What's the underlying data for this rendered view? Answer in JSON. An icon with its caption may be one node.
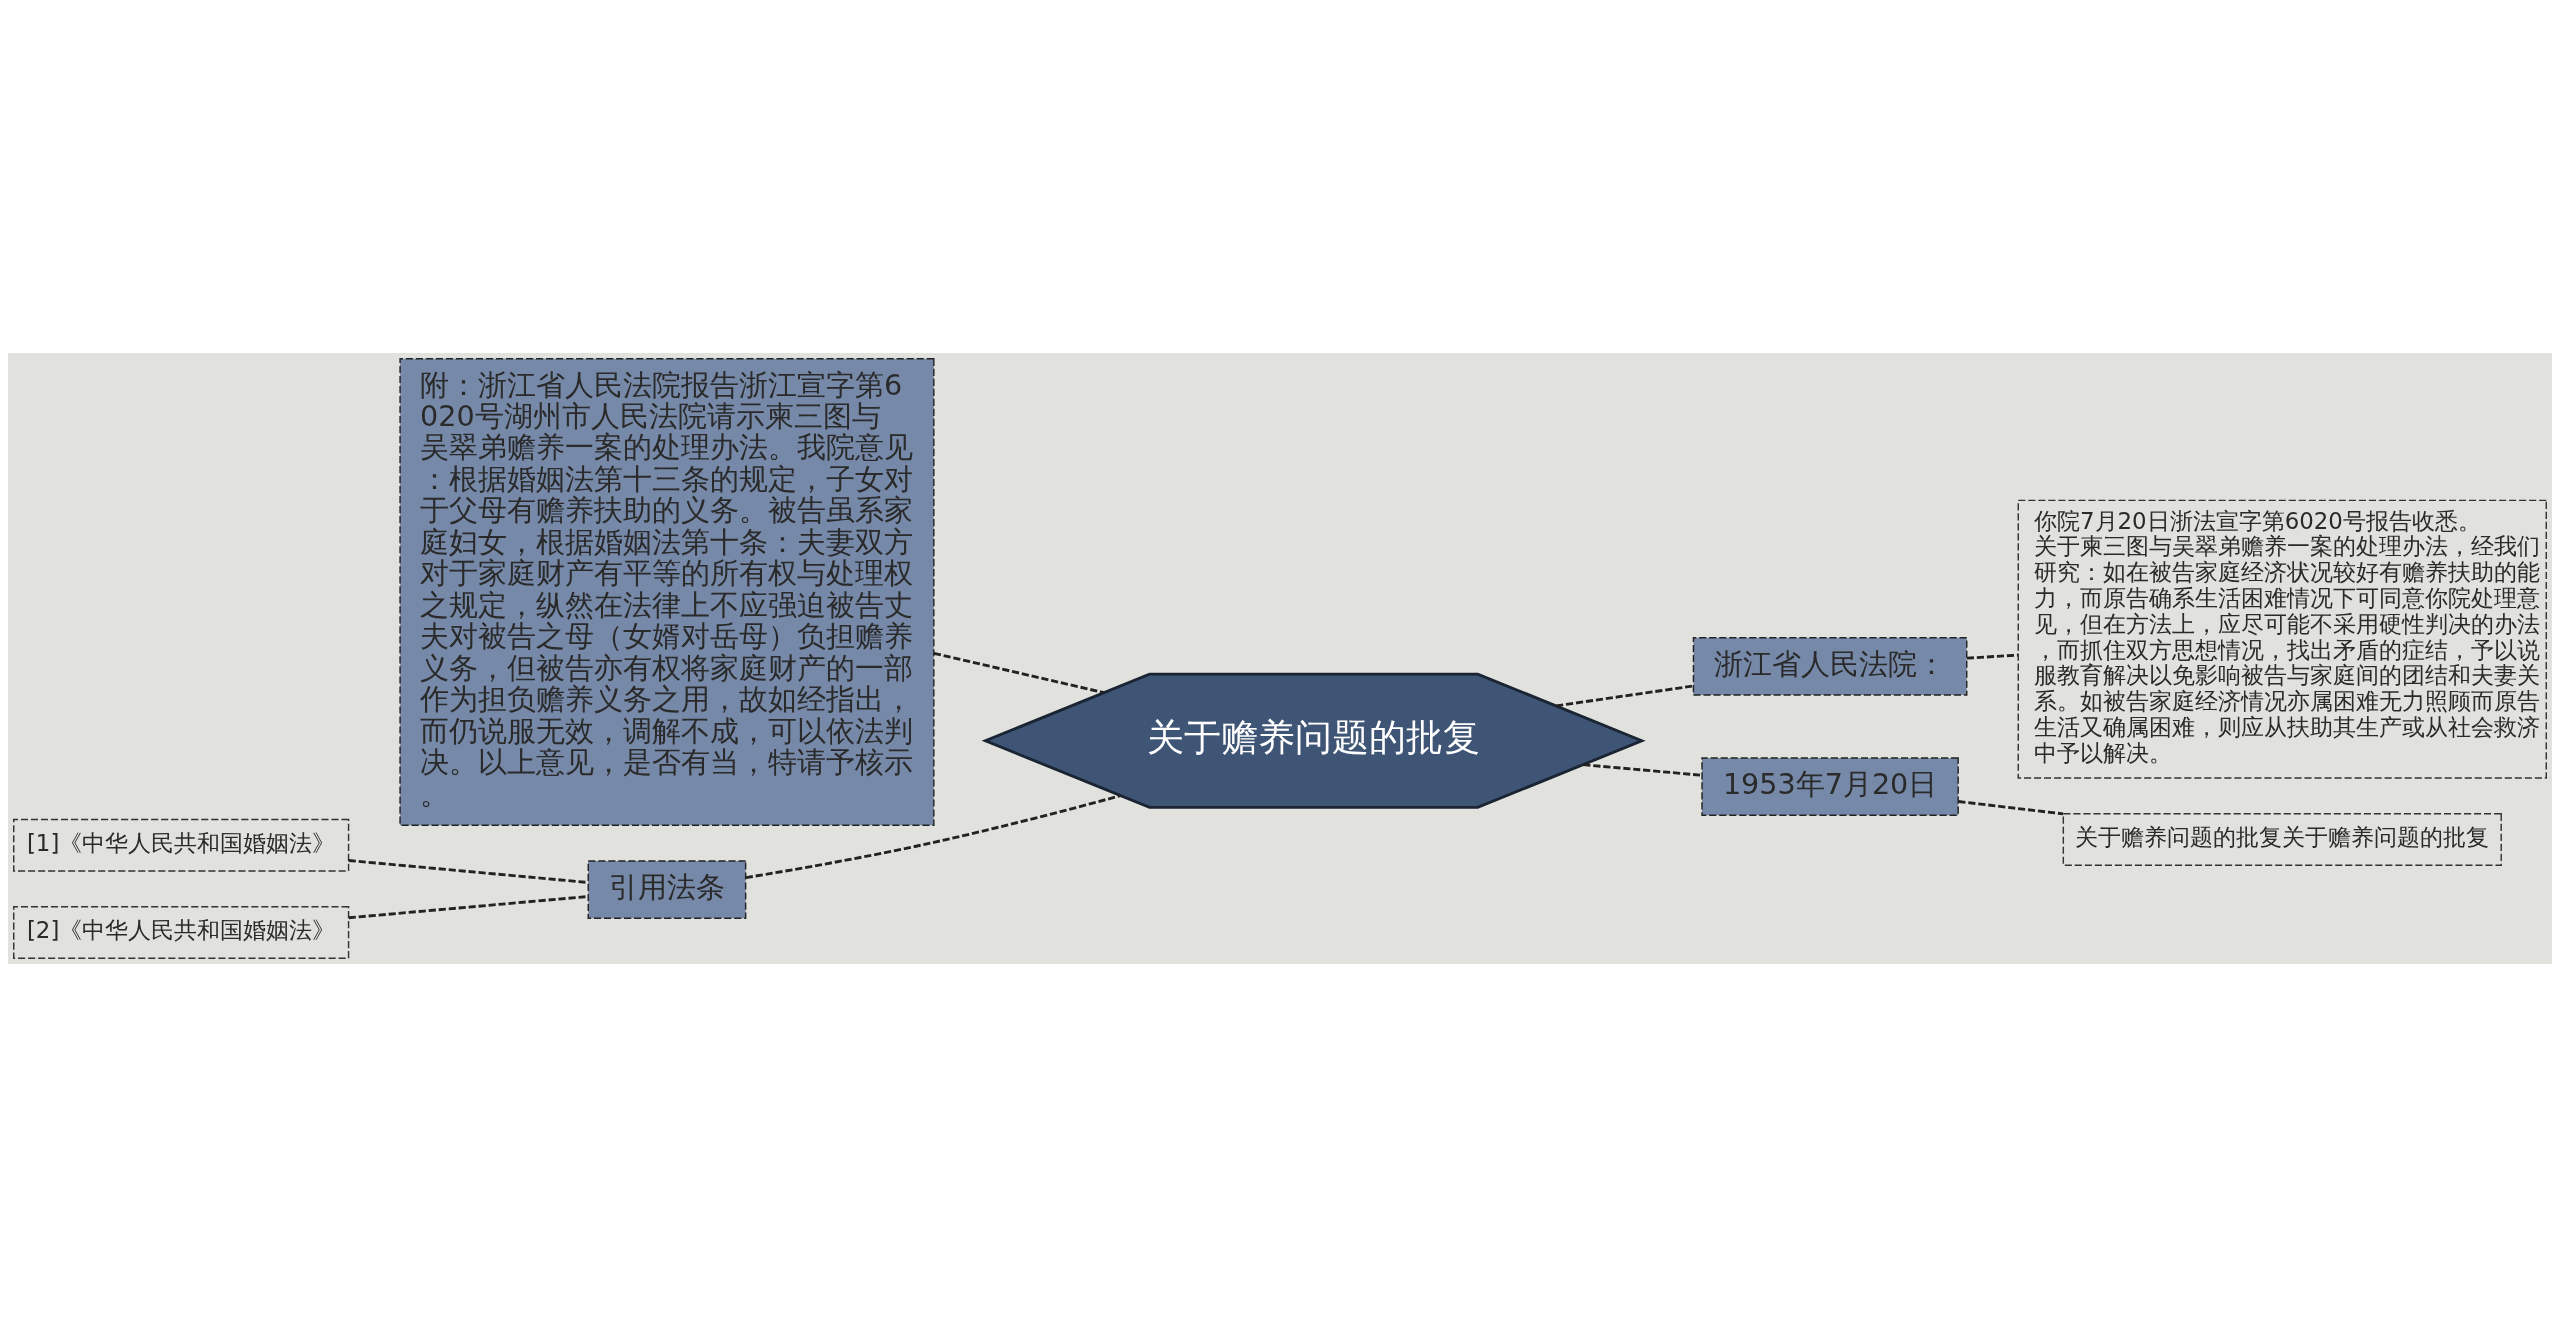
{
  "diagram": {
    "nodes": [
      {
        "text": [
          "关于赡养问题的批复"
        ]
      },
      {
        "text": [
          "附：浙江省人民法院报告浙江宣字第6020号湖州市人民法院请示柬三图与吴翠弟赡养一案的处理办法。我院意见：根据婚姻法第十三条的规定，子女对于父母有赡养扶助的义务。被告虽系家庭妇女，根据婚姻法第十条：夫妻双方对于家庭财产有平等的所有权与处理权之规定，纵然在法律上不应强迫被告丈夫对被告之母（女婿对岳母）负担赡养义务，但被告亦有权将家庭财产的一部作为担负赡养义务之用，故如经指出，而仍说服无效，调解不成，可以依法判决。以上意见，是否有当，特请予核示。"
        ]
      },
      {
        "text": [
          "引用法条"
        ]
      },
      {
        "text": [
          "[1]《中华人民共和国婚姻法》"
        ]
      },
      {
        "text": [
          "[2]《中华人民共和国婚姻法》"
        ]
      },
      {
        "text": [
          "浙江省人民法院："
        ]
      },
      {
        "text": [
          "你院7月20日浙法宣字第6020号报告收悉。关于柬三图与吴翠弟赡养一案的处理办法，经我们研究：如在被告家庭经济状况较好有赡养扶助的能力，而原告确系生活困难情况下可同意你院处理意见，但在方法上，应尽可能不采用硬性判决的办法，而抓住双方思想情况，找出矛盾的症结，予以说服教育解决以免影响被告与家庭间的团结和夫妻关系。如被告家庭经济情况亦属困难无力照顾而原告生活又确属困难，则应从扶助其生产或从社会救济中予以解决。"
        ]
      },
      {
        "text": [
          "1953年7月20日"
        ]
      },
      {
        "text": [
          "关于赡养问题的批复关于赡养问题的批复"
        ]
      }
    ],
    "edges": [
      {
        "from": 1,
        "to": 0,
        "arrow": "none",
        "style": "dashed"
      },
      {
        "from": 2,
        "to": 0,
        "arrow": "none",
        "style": "dashed"
      },
      {
        "from": 3,
        "to": 2,
        "arrow": "none",
        "style": "dashed"
      },
      {
        "from": 4,
        "to": 2,
        "arrow": "none",
        "style": "dashed"
      },
      {
        "from": 0,
        "to": 5,
        "arrow": "none",
        "style": "dashed"
      },
      {
        "from": 5,
        "to": 6,
        "arrow": "none",
        "style": "dashed"
      },
      {
        "from": 0,
        "to": 7,
        "arrow": "none",
        "style": "dashed"
      },
      {
        "from": 7,
        "to": 8,
        "arrow": "none",
        "style": "dashed"
      }
    ]
  }
}
